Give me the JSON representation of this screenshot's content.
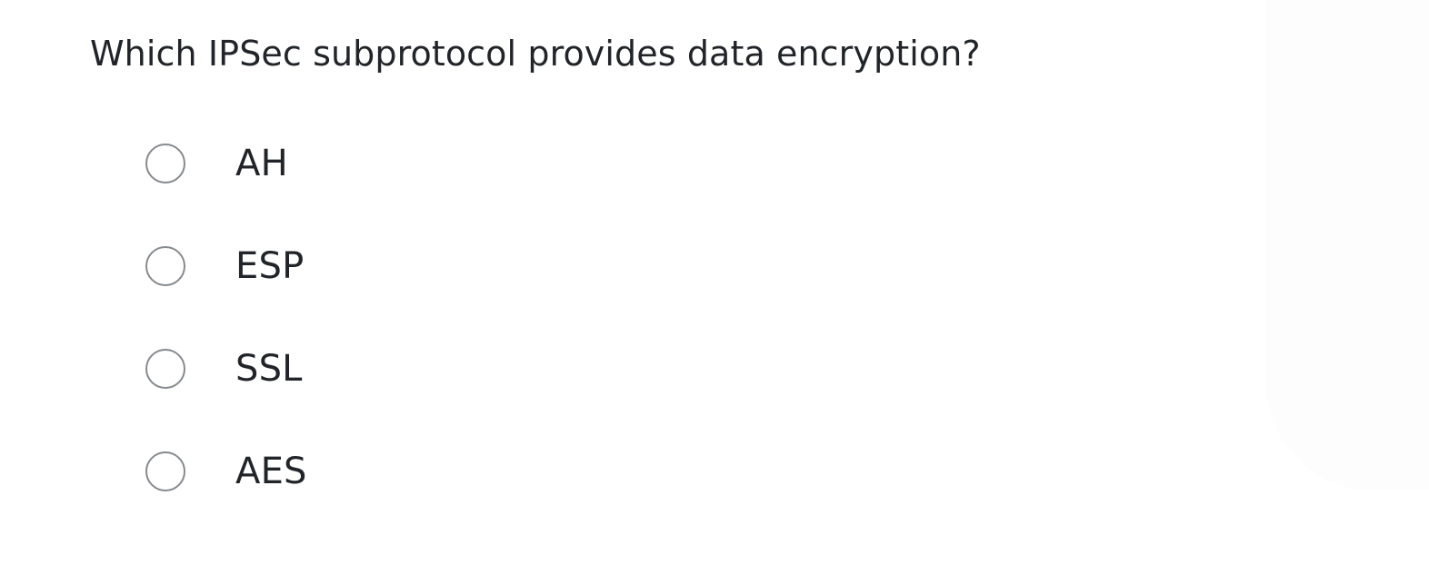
{
  "question": {
    "text": "Which IPSec subprotocol provides data encryption?"
  },
  "options": [
    {
      "label": "AH",
      "selected": false,
      "icon": "radio-unselected-icon"
    },
    {
      "label": "ESP",
      "selected": false,
      "icon": "radio-unselected-icon"
    },
    {
      "label": "SSL",
      "selected": false,
      "icon": "radio-unselected-icon"
    },
    {
      "label": "AES",
      "selected": false,
      "icon": "radio-unselected-icon"
    }
  ],
  "colors": {
    "background": "#ffffff",
    "text": "#212529",
    "radio_border": "#868a8e",
    "corner_panel": "#fdfdfd"
  }
}
